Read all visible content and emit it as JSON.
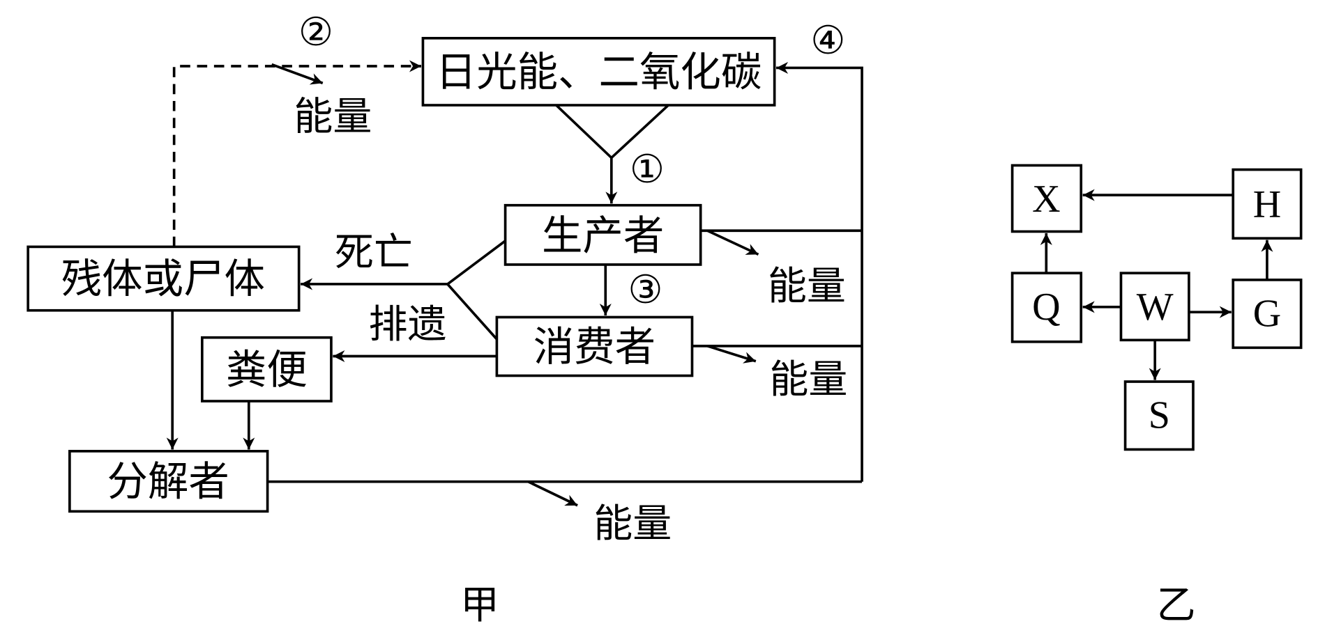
{
  "diagram_jia": {
    "caption": "甲",
    "nodes": {
      "sunlight_co2": "日光能、二氧化碳",
      "producer": "生产者",
      "consumer": "消费者",
      "remains": "残体或尸体",
      "feces": "粪便",
      "decomposer": "分解者"
    },
    "process_markers": {
      "p1": "①",
      "p2": "②",
      "p3": "③",
      "p4": "④"
    },
    "edge_labels": {
      "death": "死亡",
      "excretion": "排遗"
    },
    "energy_labels": {
      "remains": "能量",
      "producer": "能量",
      "consumer": "能量",
      "decomposer": "能量"
    }
  },
  "diagram_yi": {
    "caption": "乙",
    "nodes": {
      "X": "X",
      "H": "H",
      "Q": "Q",
      "W": "W",
      "G": "G",
      "S": "S"
    }
  }
}
